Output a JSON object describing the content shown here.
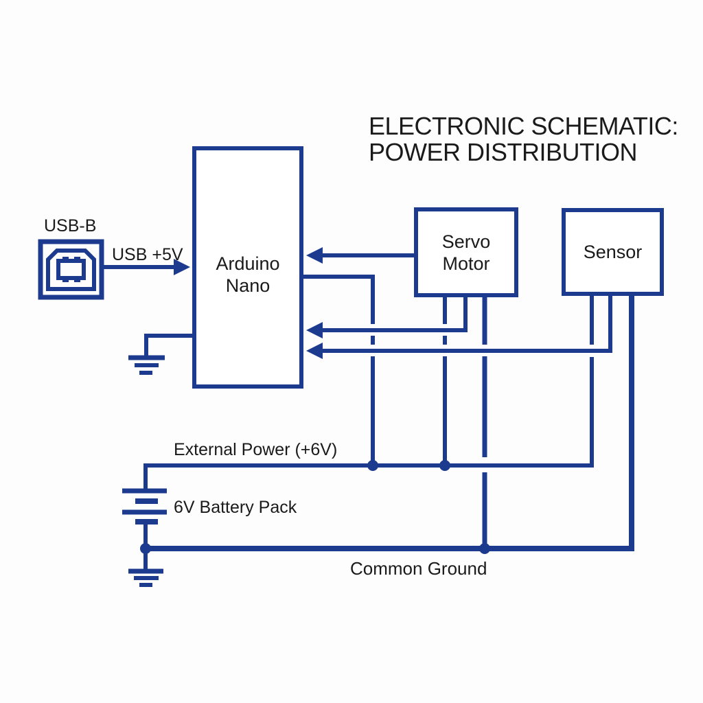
{
  "title": {
    "line1": "ELECTRONIC SCHEMATIC:",
    "line2": "POWER DISTRIBUTION"
  },
  "components": {
    "usb_connector": {
      "label": "USB-B"
    },
    "arduino": {
      "label_line1": "Arduino",
      "label_line2": "Nano"
    },
    "servo": {
      "label_line1": "Servo",
      "label_line2": "Motor"
    },
    "sensor": {
      "label": "Sensor"
    }
  },
  "wire_labels": {
    "usb_power": "USB +5V",
    "external_power": "External Power (+6V)",
    "battery": "6V Battery Pack",
    "common_ground": "Common Ground"
  },
  "colors": {
    "wire_blue": "#1c3a8e",
    "text_black": "#1a1a1a",
    "background": "#fdfdfd"
  }
}
